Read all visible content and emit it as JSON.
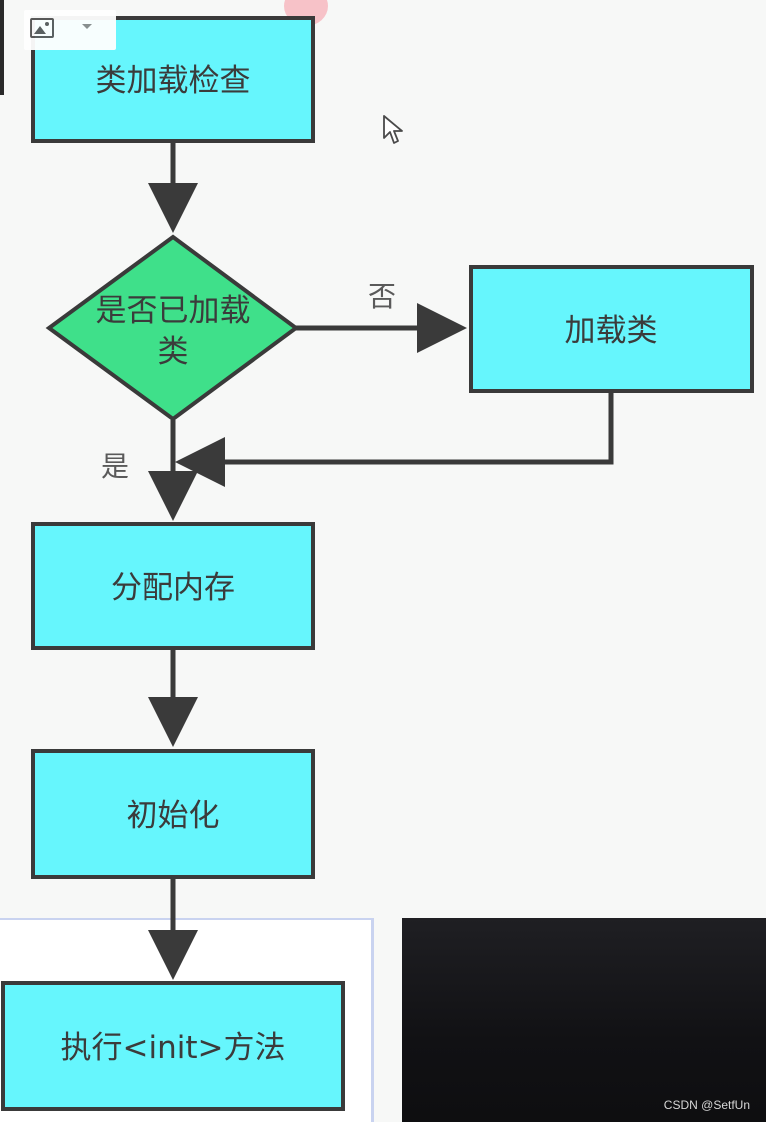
{
  "nodes": {
    "class_load_check": "类加载检查",
    "is_loaded": [
      "是否已加载",
      "类"
    ],
    "load_class": "加载类",
    "allocate_memory": "分配内存",
    "initialize": "初始化",
    "execute_init": "执行<init>方法"
  },
  "edges": {
    "no_label": "否",
    "yes_label": "是"
  },
  "colors": {
    "process_fill": "#66f6fd",
    "decision_fill": "#3fe08a",
    "line": "#3a3a3a"
  },
  "icons": [
    "image-icon",
    "chevron-down-icon",
    "mouse-cursor-icon"
  ],
  "watermark": "CSDN @SetfUn"
}
